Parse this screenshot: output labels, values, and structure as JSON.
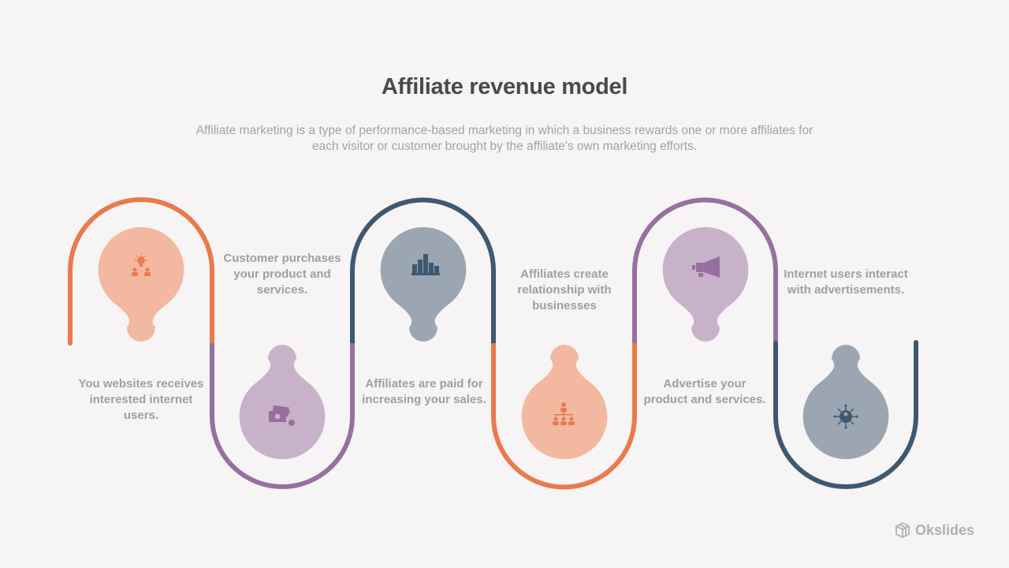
{
  "header": {
    "title": "Affiliate revenue model",
    "subtitle": "Affiliate marketing is a type of performance-based marketing in which a business rewards one or more affiliates for each visitor or customer brought by the affiliate's own marketing efforts."
  },
  "colors": {
    "orange": "#e97a4d",
    "orange_light": "#f3b8a0",
    "purple": "#97709f",
    "purple_light": "#c7b2c9",
    "navy": "#3f5872",
    "navy_light": "#9ba6b2",
    "background": "#f6f4f4"
  },
  "steps": [
    {
      "label": "You websites receives interested internet users.",
      "icon": "idea-people-icon",
      "color": "orange"
    },
    {
      "label": "Customer purchases your product and services.",
      "icon": "money-icon",
      "color": "purple"
    },
    {
      "label": "Affiliates are paid for increasing your sales.",
      "icon": "bar-chart-icon",
      "color": "navy"
    },
    {
      "label": "Affiliates create relationship with businesses",
      "icon": "org-chart-icon",
      "color": "orange"
    },
    {
      "label": "Advertise your product and services.",
      "icon": "megaphone-icon",
      "color": "purple"
    },
    {
      "label": "Internet users interact with advertisements.",
      "icon": "network-user-icon",
      "color": "navy"
    }
  ],
  "brand": {
    "name": "Okslides"
  }
}
